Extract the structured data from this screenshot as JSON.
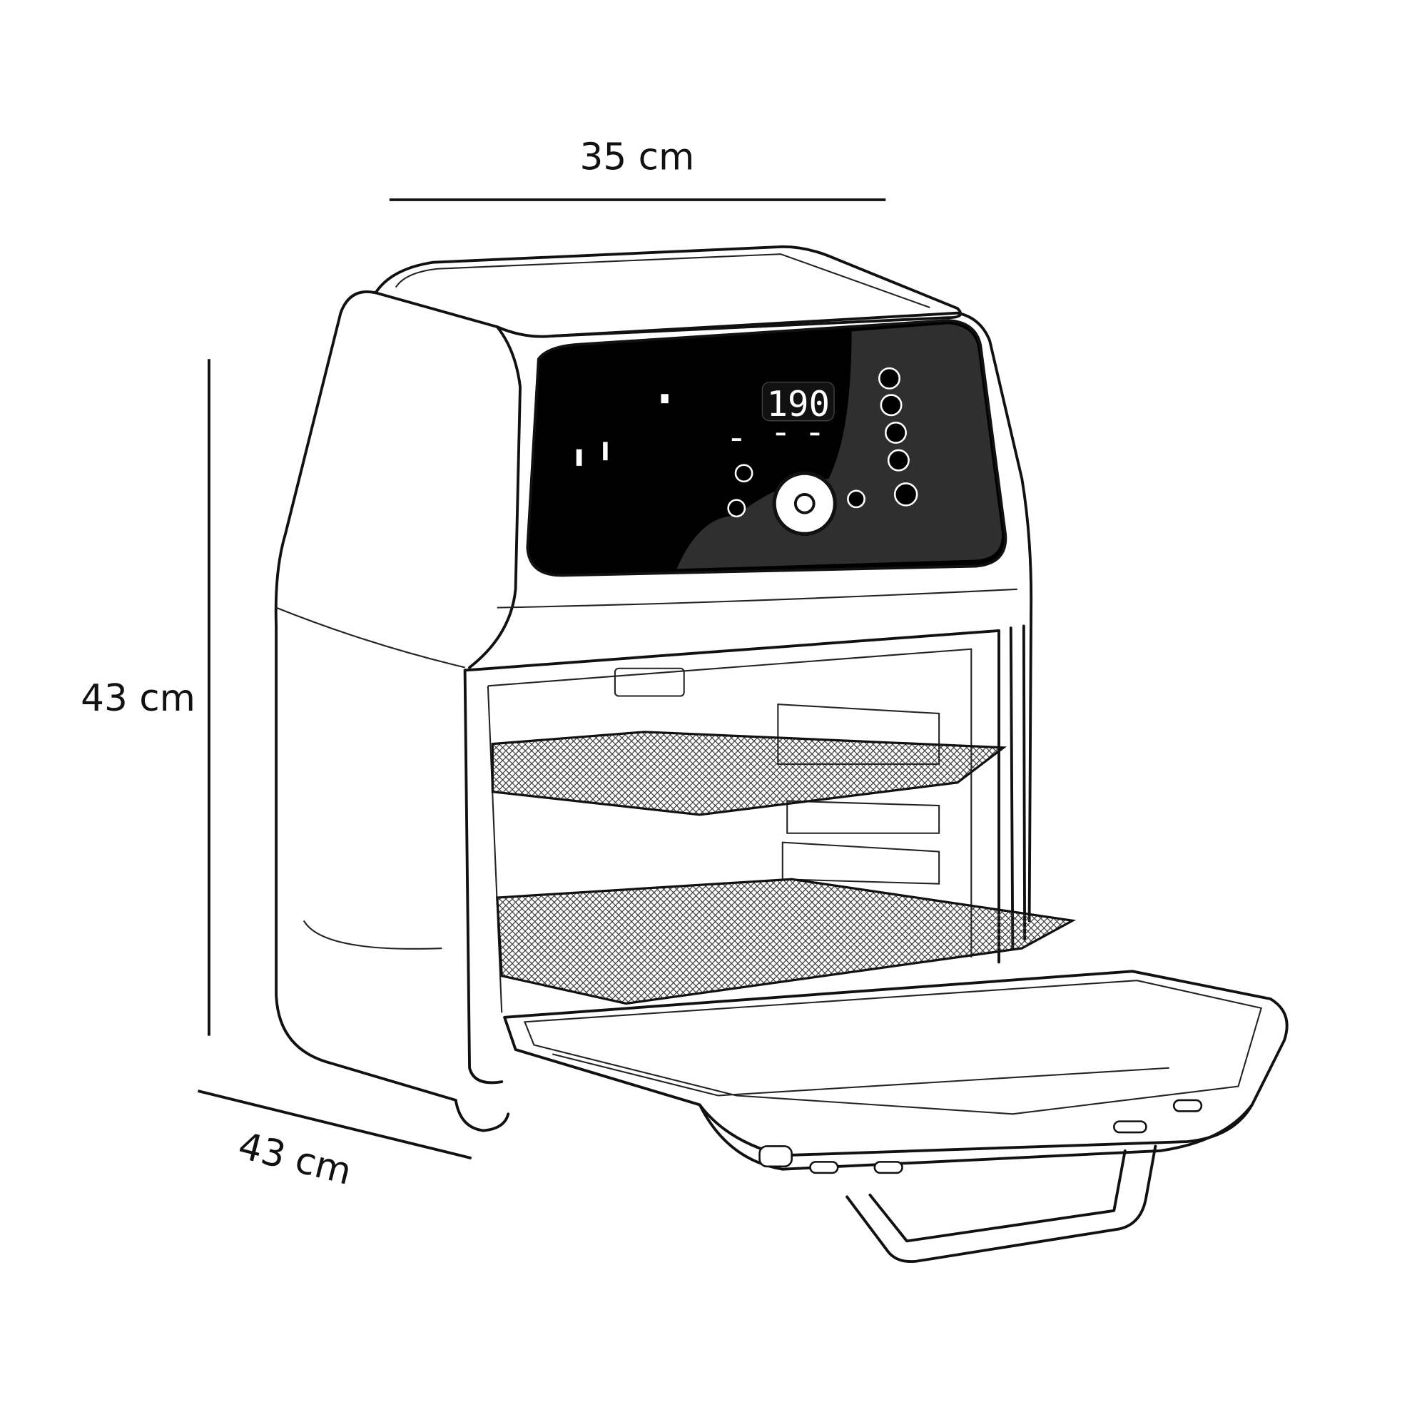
{
  "dimensions": {
    "width_label": "35 cm",
    "height_label": "43 cm",
    "depth_label": "43 cm"
  },
  "product": {
    "display_temperature": "190",
    "colors": {
      "line": "#111111",
      "panel": "#000000",
      "background": "#ffffff"
    }
  }
}
